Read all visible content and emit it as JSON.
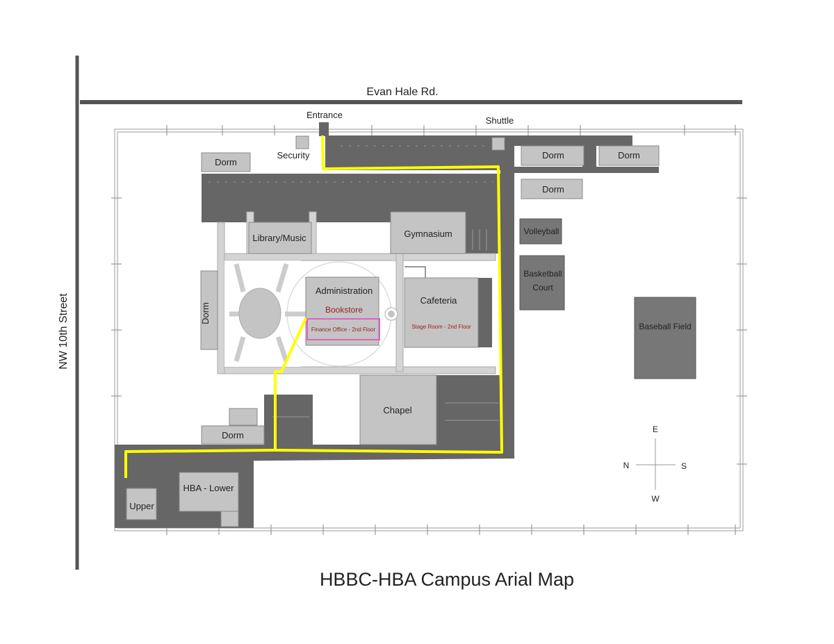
{
  "map": {
    "title": "HBBC-HBA Campus Arial Map",
    "roads": {
      "top": "Evan Hale Rd.",
      "left": "NW 10th Street"
    },
    "labels": {
      "entrance": "Entrance",
      "shuttle": "Shuttle",
      "security": "Security",
      "dorm": "Dorm",
      "library": "Library/Music",
      "gymnasium": "Gymnasium",
      "administration": "Administration",
      "bookstore": "Bookstore",
      "finance": "Finance Office - 2nd Floor",
      "cafeteria": "Cafeteria",
      "stage": "Stage Room - 2nd Floor",
      "chapel": "Chapel",
      "volleyball": "Volleyball",
      "basketball_1": "Basketball",
      "basketball_2": "Court",
      "baseball": "Baseball Field",
      "hba_lower": "HBA - Lower",
      "upper": "Upper"
    },
    "compass": {
      "e": "E",
      "w": "W",
      "n": "N",
      "s": "S"
    },
    "colors": {
      "parking": "#666666",
      "building": "#c4c4c4",
      "route": "#ffff00",
      "highlight": "#e060c0",
      "text_red": "#9b1b1b"
    }
  }
}
